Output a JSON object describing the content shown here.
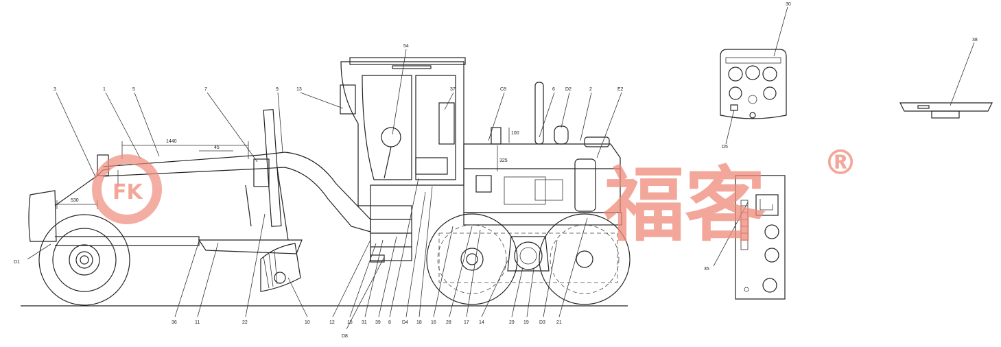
{
  "watermark": {
    "text": "福客",
    "registered": "®",
    "logo": "FK",
    "color": "#f08a7a"
  },
  "dimensions": {
    "d1440": "1440",
    "d45": "45",
    "d530": "530",
    "d100": "100",
    "d325": "325"
  },
  "callouts": {
    "top": [
      "3",
      "1",
      "5",
      "7",
      "9",
      "13",
      "54",
      "37",
      "C8",
      "6",
      "D2",
      "2",
      "E2"
    ],
    "bottom": [
      "36",
      "11",
      "22",
      "10",
      "12",
      "15",
      "31",
      "39",
      "8",
      "D4",
      "18",
      "16",
      "28",
      "17",
      "14",
      "29",
      "19",
      "D3",
      "21"
    ],
    "left": "D1",
    "under": "D8",
    "panel_a": [
      "30",
      "D5"
    ],
    "panel_b": [
      "35"
    ],
    "panel_c": [
      "38"
    ]
  }
}
